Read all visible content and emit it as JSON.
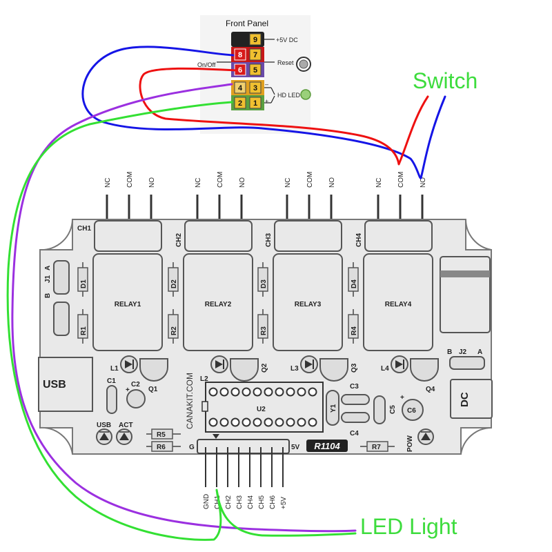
{
  "callouts": {
    "switch": "Switch",
    "led_light": "LED Light"
  },
  "front_panel": {
    "title": "Front Panel",
    "pin_labels": {
      "p9": "9",
      "p8": "8",
      "p7": "7",
      "p6": "6",
      "p5": "5",
      "p4": "4",
      "p3": "3",
      "p2": "2",
      "p1": "1"
    },
    "labels": {
      "plus5vdc": "+5V DC",
      "onoff": "On/Off",
      "reset": "Reset",
      "hdled": "HD LED",
      "minus": "–",
      "plus": "+"
    }
  },
  "relay_contacts": [
    "NC",
    "COM",
    "NO"
  ],
  "board": {
    "brand": "CANAKIT.COM",
    "model": "R1104",
    "channels": [
      "CH1",
      "CH2",
      "CH3",
      "CH4"
    ],
    "relays": [
      "RELAY1",
      "RELAY2",
      "RELAY3",
      "RELAY4"
    ],
    "diodes": [
      "D1",
      "D2",
      "D3",
      "D4"
    ],
    "resistors_v": [
      "R1",
      "R2",
      "R3",
      "R4"
    ],
    "leds": [
      "L1",
      "L2",
      "L3",
      "L4"
    ],
    "transistors": [
      "Q1",
      "Q2",
      "Q3",
      "Q4"
    ],
    "labels": {
      "usb": "USB",
      "dc": "DC",
      "j1": "J1",
      "j2": "J2",
      "a": "A",
      "b": "B",
      "c1": "C1",
      "c2": "C2",
      "c3": "C3",
      "c4": "C4",
      "c5": "C5",
      "c6": "C6",
      "u2": "U2",
      "y1": "Y1",
      "r5": "R5",
      "r6": "R6",
      "r7": "R7",
      "usb_led": "USB",
      "act_led": "ACT",
      "pow": "POW",
      "g": "G",
      "fivev": "5V",
      "plus": "+"
    },
    "io_pins": [
      "GND",
      "CH1",
      "CH2",
      "CH3",
      "CH4",
      "CH5",
      "CH6",
      "+5V"
    ]
  },
  "colors": {
    "blue_wire": "#1515e6",
    "red_wire": "#ee1111",
    "purple_wire": "#9b30e0",
    "green_wire": "#33e033",
    "callout": "#3ddc3d",
    "board": "#e9e9e9",
    "pin_yellow": "#f0c030",
    "pin_red": "#d81a1a",
    "pin_purple": "#7d5cc0",
    "pin_green": "#7ec85a"
  }
}
